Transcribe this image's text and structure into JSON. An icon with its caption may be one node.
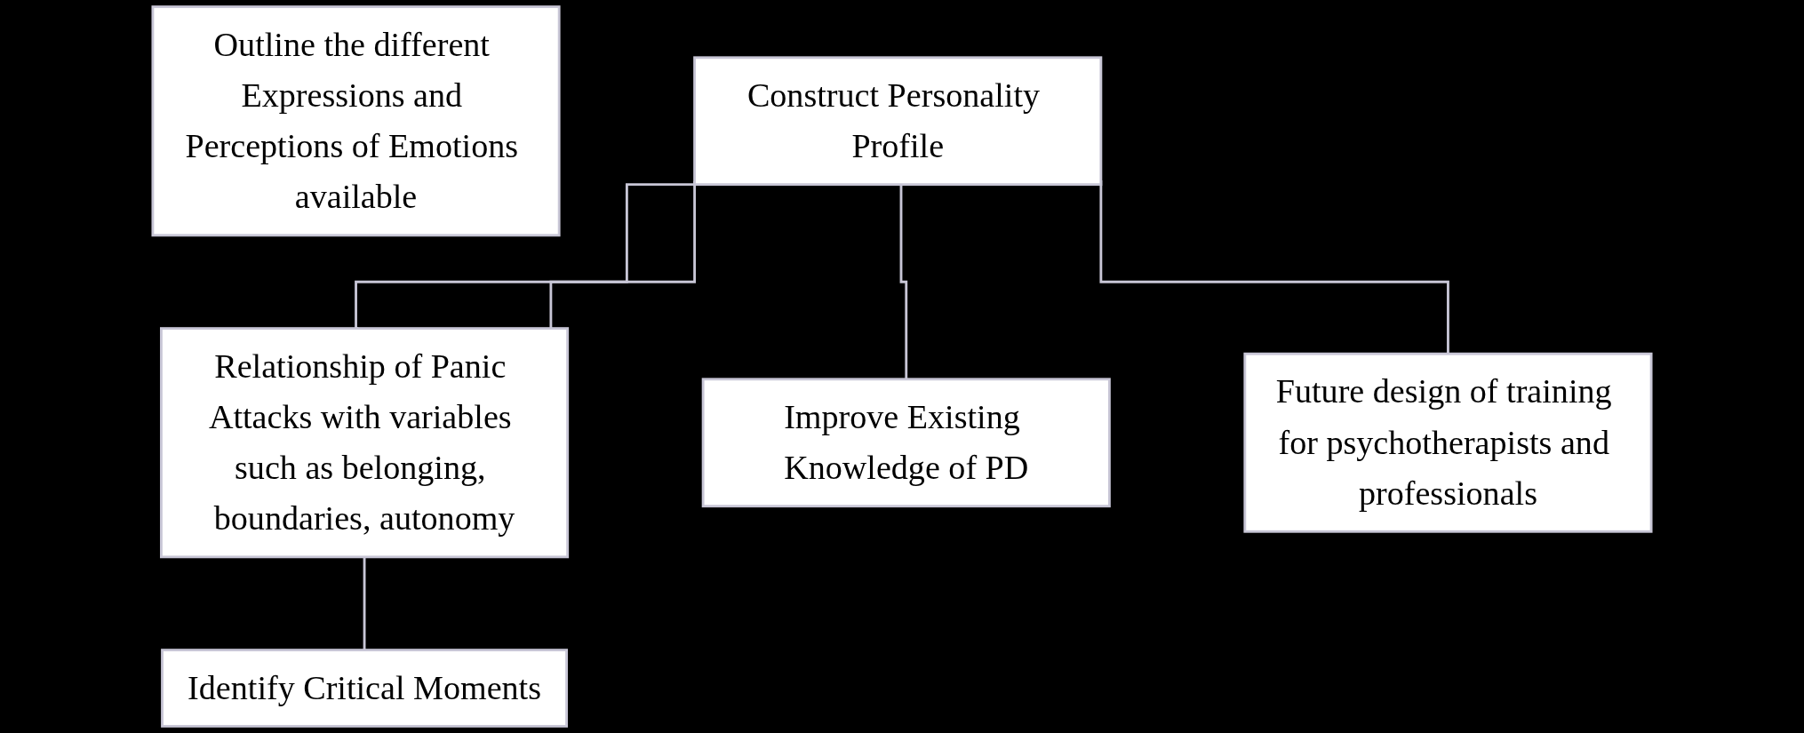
{
  "diagram": {
    "nodes": [
      {
        "text": [
          "Outline the different Expressions and Perceptions of Emotions available"
        ]
      },
      {
        "text": [
          "Construct Personality Profile"
        ]
      },
      {
        "text": [
          "Relationship of Panic Attacks with variables such as belonging, boundaries, autonomy"
        ]
      },
      {
        "text": [
          "Identify Critical Moments"
        ]
      },
      {
        "text": [
          "Improve Existing Knowledge of PD"
        ]
      },
      {
        "text": [
          "Future design of training for psychotherapists and professionals"
        ]
      }
    ],
    "edges": [
      {
        "from": 2,
        "to": 1,
        "arrow": "none"
      },
      {
        "from": 1,
        "to": 2,
        "arrow": "none"
      },
      {
        "from": 2,
        "to": 3,
        "arrow": "none"
      },
      {
        "from": 1,
        "to": 4,
        "arrow": "none"
      },
      {
        "from": 1,
        "to": 5,
        "arrow": "none"
      }
    ]
  }
}
